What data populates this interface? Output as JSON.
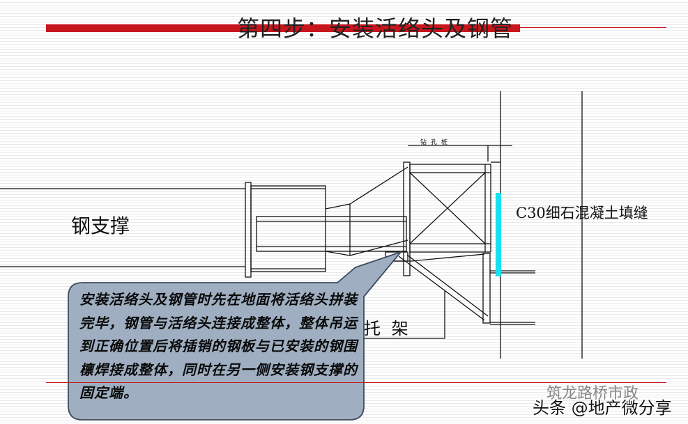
{
  "slide": {
    "title": "第四步：安装活络头及钢管",
    "colors": {
      "accent": "#c8161d",
      "grout": "#18e0f0",
      "callout_fill": "#9fafc1",
      "callout_stroke": "#3a4a5c"
    }
  },
  "drawing": {
    "label_support": "钢支撑",
    "label_bracket": "托 架",
    "label_grout": "C30细石混凝土填缝",
    "label_pile": "钻孔桩"
  },
  "callout": {
    "text": "安装活络头及钢管时先在地面将活络头拼装完毕，钢管与活络头连接成整体，整体吊运到正确位置后将插销的钢板与已安装的钢围檩焊接成整体，同时在另一侧安装钢支撑的固定端。"
  },
  "watermark": {
    "top": "筑龙路桥市政",
    "bottom": "头条 @地产微分享"
  }
}
